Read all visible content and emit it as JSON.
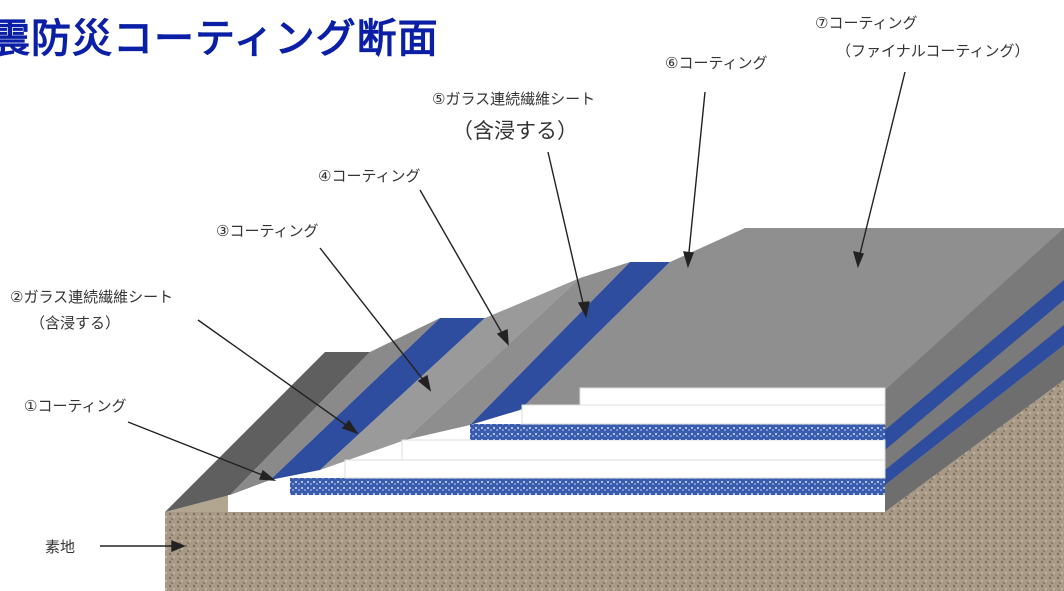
{
  "title": "震防災コーティング断面",
  "labels": {
    "l7a": "⑦コーティング",
    "l7b": "（ファイナルコーティング）",
    "l6": "⑥コーティング",
    "l5a": "⑤ガラス連続繊維シート",
    "l5b": "（含浸する）",
    "l4": "④コーティング",
    "l3": "③コーティング",
    "l2a": "②ガラス連続繊維シート",
    "l2b": "（含浸する）",
    "l1": "①コーティング",
    "base": "素地"
  },
  "colors": {
    "title": "#0a1fa6",
    "gray_top": "#8f8f8f",
    "gray_dark": "#5f5f5f",
    "gray_side": "#7a7a7a",
    "blue": "#2f4d9e",
    "white": "#ffffff",
    "substrate": "#a89a86"
  }
}
